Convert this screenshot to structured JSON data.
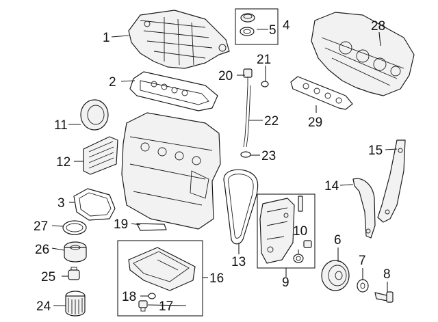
{
  "diagram": {
    "callouts": [
      {
        "id": "1",
        "label": "1"
      },
      {
        "id": "2",
        "label": "2"
      },
      {
        "id": "3",
        "label": "3"
      },
      {
        "id": "4",
        "label": "4"
      },
      {
        "id": "5",
        "label": "5"
      },
      {
        "id": "6",
        "label": "6"
      },
      {
        "id": "7",
        "label": "7"
      },
      {
        "id": "8",
        "label": "8"
      },
      {
        "id": "9",
        "label": "9"
      },
      {
        "id": "10",
        "label": "10"
      },
      {
        "id": "11",
        "label": "11"
      },
      {
        "id": "12",
        "label": "12"
      },
      {
        "id": "13",
        "label": "13"
      },
      {
        "id": "14",
        "label": "14"
      },
      {
        "id": "15",
        "label": "15"
      },
      {
        "id": "16",
        "label": "16"
      },
      {
        "id": "17",
        "label": "17"
      },
      {
        "id": "18",
        "label": "18"
      },
      {
        "id": "19",
        "label": "19"
      },
      {
        "id": "20",
        "label": "20"
      },
      {
        "id": "21",
        "label": "21"
      },
      {
        "id": "22",
        "label": "22"
      },
      {
        "id": "23",
        "label": "23"
      },
      {
        "id": "24",
        "label": "24"
      },
      {
        "id": "25",
        "label": "25"
      },
      {
        "id": "26",
        "label": "26"
      },
      {
        "id": "27",
        "label": "27"
      },
      {
        "id": "28",
        "label": "28"
      },
      {
        "id": "29",
        "label": "29"
      }
    ],
    "colors": {
      "line": "#1a1a1a",
      "background": "#ffffff"
    }
  }
}
